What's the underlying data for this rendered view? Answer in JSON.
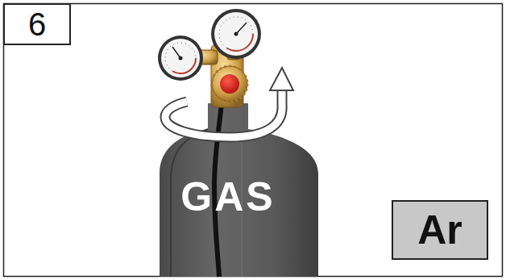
{
  "diagram": {
    "nodes": [
      {
        "text": [
          "6"
        ]
      },
      {
        "text": [
          "GAS"
        ]
      },
      {
        "text": [
          "Ar"
        ]
      }
    ]
  }
}
